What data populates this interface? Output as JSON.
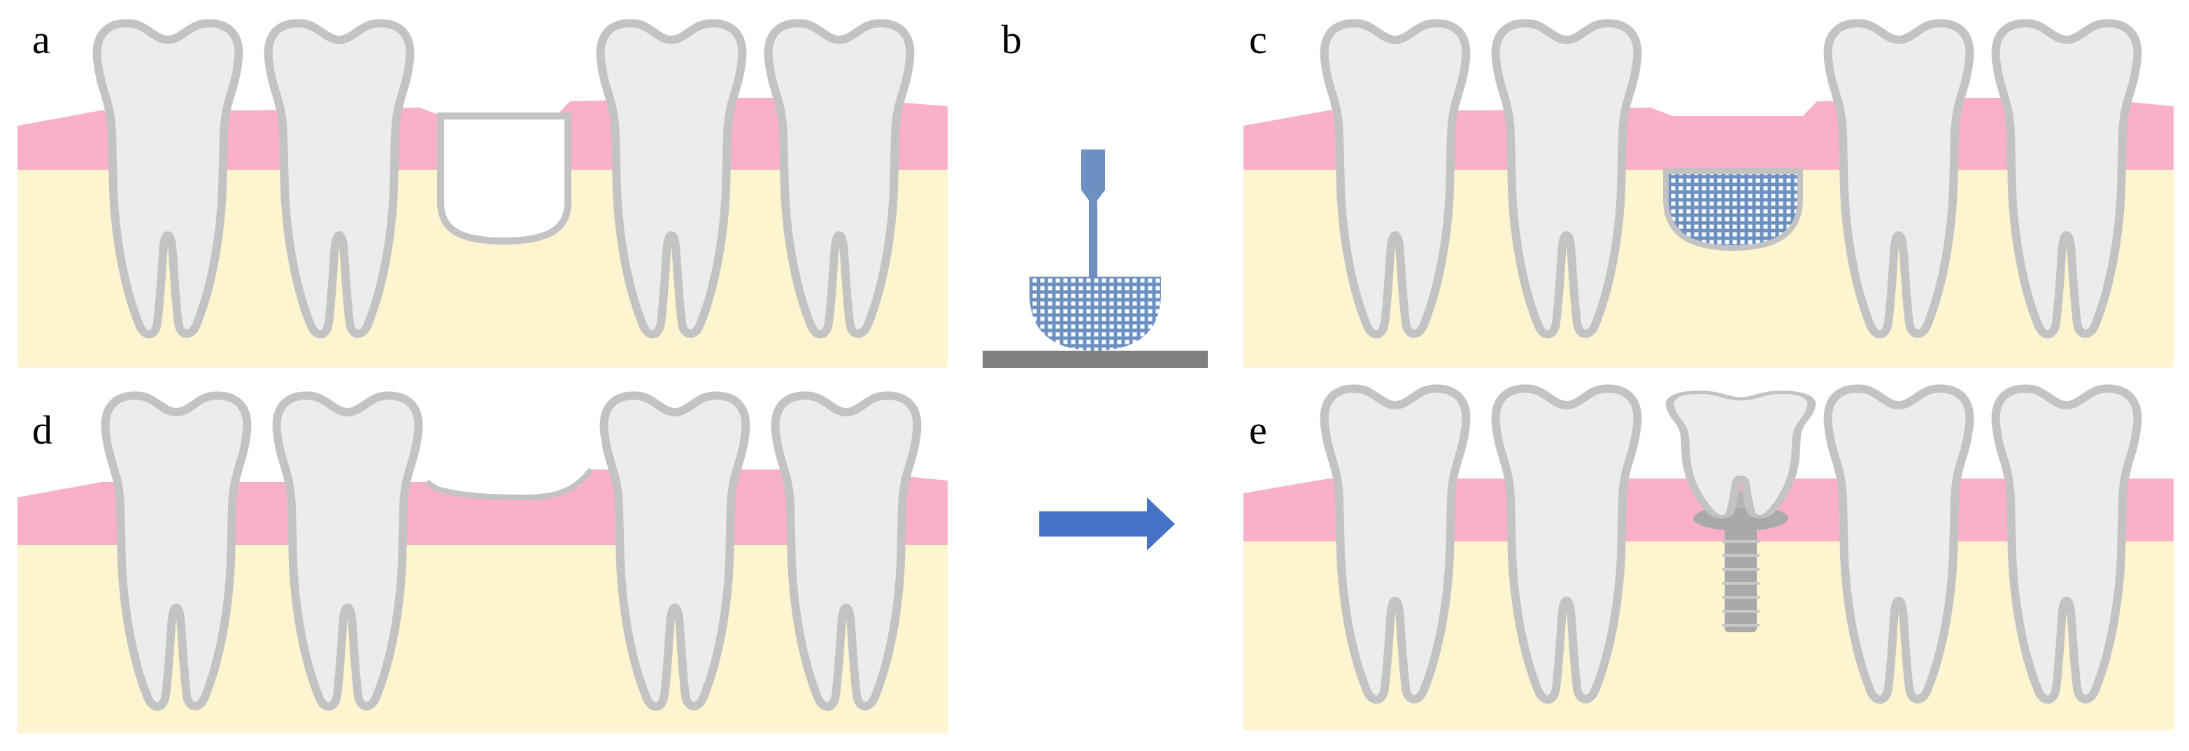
{
  "panels": [
    {
      "id": "a",
      "label": "a"
    },
    {
      "id": "b",
      "label": "b"
    },
    {
      "id": "c",
      "label": "c"
    },
    {
      "id": "d",
      "label": "d"
    },
    {
      "id": "e",
      "label": "e"
    }
  ],
  "colors": {
    "gum": "#f9b0c8",
    "bone": "#fdf5cf",
    "tooth_fill": "#ececec",
    "tooth_outline": "#c3c3c3",
    "scaffold": "#6d8fc2",
    "platform": "#7f7f7f",
    "arrow": "#4472c4",
    "implant": "#a9a9a9"
  },
  "icons": {
    "printer": "3d-printer-nozzle-icon",
    "arrow": "right-arrow-icon",
    "implant": "dental-implant-icon"
  }
}
